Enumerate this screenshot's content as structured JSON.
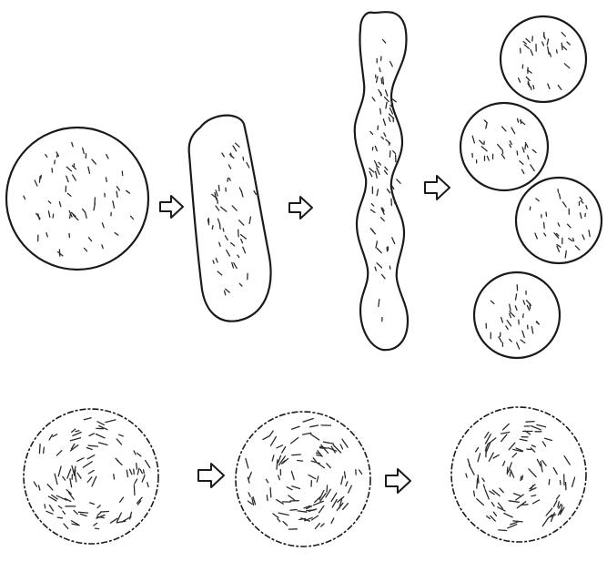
{
  "figure": {
    "rows": [
      {
        "stages": [
          "large-sphere",
          "elongated-body",
          "beaded-filament",
          "four-daughter-spheres"
        ],
        "arrow_icon": "hollow-right-arrow"
      },
      {
        "stages": [
          "textured-sphere",
          "textured-sphere",
          "textured-sphere"
        ],
        "arrow_icon": "hollow-right-arrow"
      }
    ],
    "colors": {
      "ink": "#1a1a1a",
      "paper": "#ffffff"
    }
  }
}
